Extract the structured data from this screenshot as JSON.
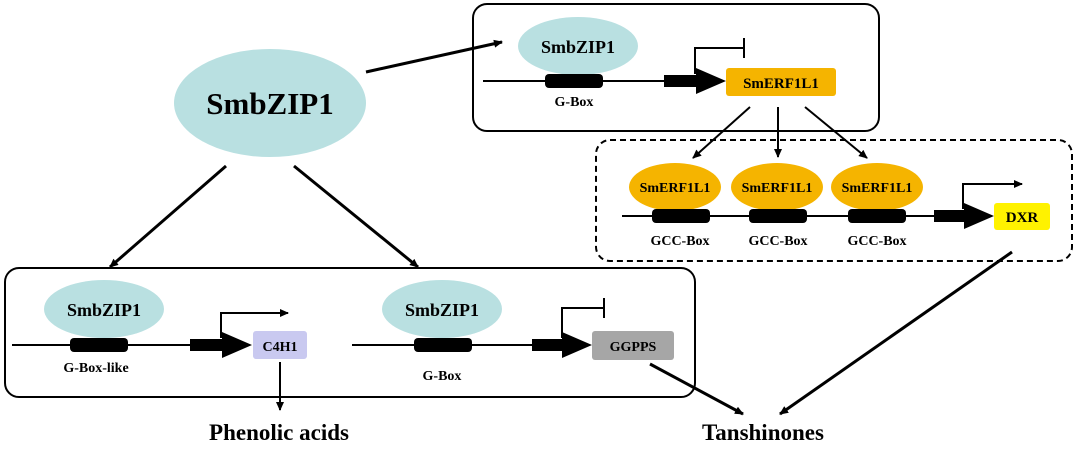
{
  "colors": {
    "oval_blue": "#b9e0e1",
    "oval_orange": "#f5b400",
    "box_orange": "#f5b400",
    "box_yellow": "#fff200",
    "box_lavender": "#c9c9f0",
    "box_gray": "#a6a6a6",
    "ink": "#000000"
  },
  "main_regulator": "SmbZIP1",
  "top_module": {
    "tf": "SmbZIP1",
    "element": "G-Box",
    "target": "SmERF1L1",
    "effect": "repression"
  },
  "erf_module": {
    "tfs": [
      "SmERF1L1",
      "SmERF1L1",
      "SmERF1L1"
    ],
    "elements": [
      "GCC-Box",
      "GCC-Box",
      "GCC-Box"
    ],
    "target": "DXR",
    "effect": "activation"
  },
  "bottom_left_module": {
    "tf": "SmbZIP1",
    "element": "G-Box-like",
    "target": "C4H1",
    "effect": "activation"
  },
  "bottom_right_module": {
    "tf": "SmbZIP1",
    "element": "G-Box",
    "target": "GGPPS",
    "effect": "repression"
  },
  "products": {
    "phenolic": "Phenolic acids",
    "tanshinones": "Tanshinones"
  }
}
